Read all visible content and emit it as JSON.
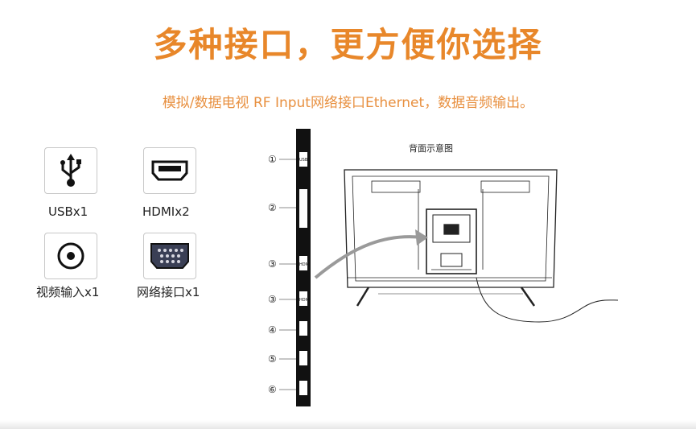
{
  "header": {
    "title": "多种接口，更方便你选择",
    "subtitle": "模拟/数据电视 RF Input网络接口Ethernet，数据音频输出。"
  },
  "ports": [
    {
      "icon": "usb-icon",
      "label": "USBx1"
    },
    {
      "icon": "hdmi-icon",
      "label": "HDMIx2"
    },
    {
      "icon": "av-input-icon",
      "label": "视频输入x1"
    },
    {
      "icon": "ethernet-icon",
      "label": "网络接口x1"
    }
  ],
  "diagram": {
    "caption": "背面示意图",
    "port_numbers": [
      "①",
      "②",
      "③",
      "③",
      "④",
      "⑤",
      "⑥"
    ],
    "panel_labels": [
      "USB",
      "HDMI",
      "HDMI"
    ]
  },
  "colors": {
    "title": "#e8872a",
    "subtitle": "#e89040",
    "panel": "#111111",
    "arrow": "#9a9a9a"
  }
}
